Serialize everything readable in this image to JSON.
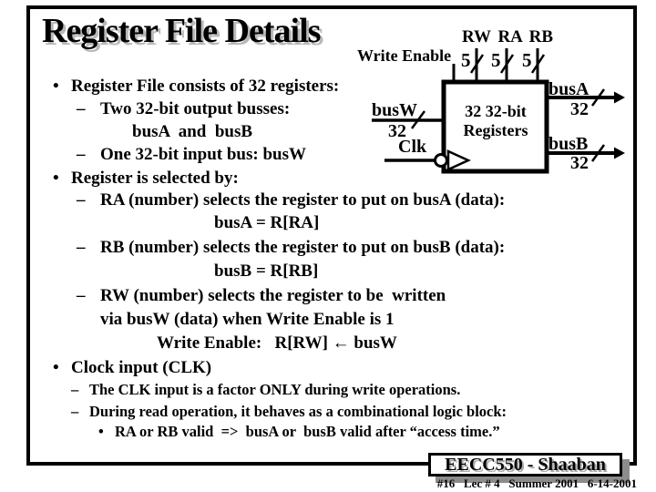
{
  "slide": {
    "title": "Register File Details",
    "bullets": [
      {
        "marker": "•",
        "text": "Register File consists of 32 registers:"
      },
      {
        "marker": "–",
        "text": "Two 32-bit output busses:"
      },
      {
        "marker": "",
        "text": "busA  and  busB"
      },
      {
        "marker": "–",
        "text": "One 32-bit input bus: busW"
      },
      {
        "marker": "•",
        "text": "Register is selected by:"
      },
      {
        "marker": "–",
        "text": "RA (number) selects the register to put on busA (data):"
      },
      {
        "marker": "",
        "text": "busA = R[RA]"
      },
      {
        "marker": "–",
        "text": "RB (number) selects the register to put on busB (data):"
      },
      {
        "marker": "",
        "text": "busB = R[RB]"
      },
      {
        "marker": "–",
        "text": "RW (number) selects the register to be  written"
      },
      {
        "marker": "",
        "text": "via busW (data) when Write Enable is 1"
      },
      {
        "marker": "",
        "text": "Write Enable:   R[RW] ← busW"
      },
      {
        "marker": "•",
        "text": "Clock input (CLK)"
      },
      {
        "marker": "–",
        "text": "The CLK input is a factor ONLY during write operations."
      },
      {
        "marker": "–",
        "text": "During read operation, it behaves as a combinational logic block:"
      },
      {
        "marker": "•",
        "text": "RA or RB valid  =>  busA or  busB valid after “access time.”"
      }
    ],
    "footer": {
      "course": "EECC550 - Shaaban",
      "meta": "#16   Lec # 4   Summer 2001   6-14-2001"
    }
  },
  "diagram": {
    "write_enable": "Write Enable",
    "top_ports": "RW RA RB",
    "bus_width_5": "5",
    "box_label": "32 32-bit\nRegisters",
    "busw": "busW",
    "busw_width": "32",
    "clk": "Clk",
    "busa": "busA",
    "busa_width": "32",
    "busb": "busB",
    "busb_width": "32"
  },
  "colors": {
    "ink": "#000000",
    "shadow_gray": "#8c8c8c",
    "background": "#ffffff"
  }
}
